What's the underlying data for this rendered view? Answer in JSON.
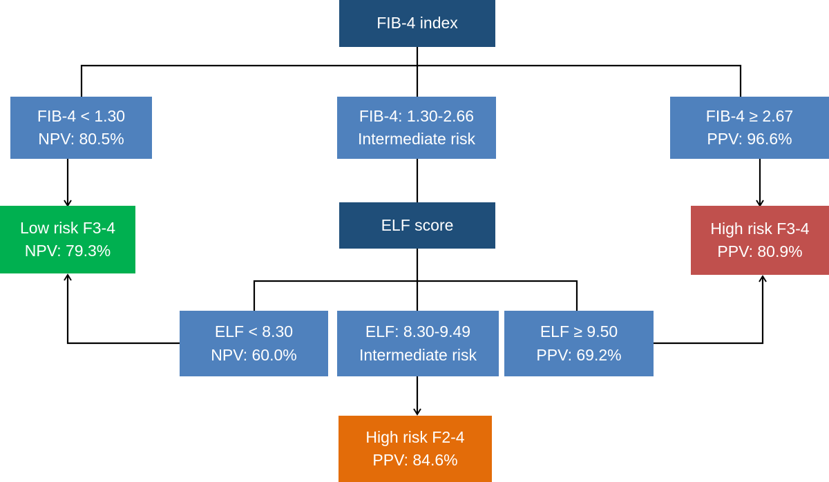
{
  "colors": {
    "header_box": "#1f4e79",
    "node_box": "#4f81bd",
    "low_risk": "#00b050",
    "high_risk_f34": "#c0504d",
    "high_risk_f24": "#e36c09",
    "connector": "#000000"
  },
  "nodes": {
    "fib4_index": {
      "line1": "FIB-4 index"
    },
    "fib4_low": {
      "line1": "FIB-4 < 1.30",
      "line2": "NPV: 80.5%"
    },
    "fib4_mid": {
      "line1": "FIB-4: 1.30-2.66",
      "line2": "Intermediate risk"
    },
    "fib4_high": {
      "line1": "FIB-4 ≥ 2.67",
      "line2": "PPV: 96.6%"
    },
    "low_risk_f34": {
      "line1": "Low risk F3-4",
      "line2": "NPV: 79.3%"
    },
    "elf_score": {
      "line1": "ELF score"
    },
    "high_risk_f34": {
      "line1": "High risk F3-4",
      "line2": "PPV: 80.9%"
    },
    "elf_low": {
      "line1": "ELF < 8.30",
      "line2": "NPV: 60.0%"
    },
    "elf_mid": {
      "line1": "ELF: 8.30-9.49",
      "line2": "Intermediate risk"
    },
    "elf_high": {
      "line1": "ELF ≥ 9.50",
      "line2": "PPV: 69.2%"
    },
    "high_risk_f24": {
      "line1": "High risk F2-4",
      "line2": "PPV: 84.6%"
    }
  }
}
